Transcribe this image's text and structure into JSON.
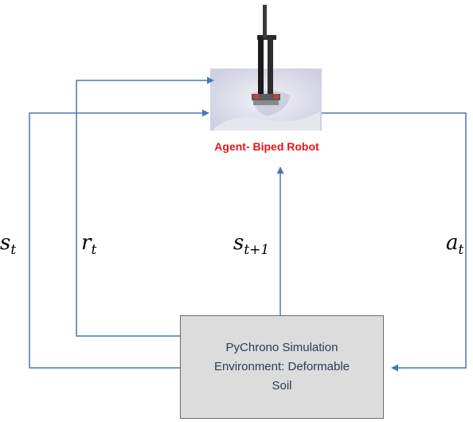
{
  "agent": {
    "title": "Agent- Biped Robot"
  },
  "environment": {
    "label": "PyChrono Simulation\nEnvironment: Deformable\nSoil"
  },
  "signals": {
    "state": {
      "symbol": "s",
      "subscript": "t"
    },
    "reward": {
      "symbol": "r",
      "subscript": "t"
    },
    "next_state": {
      "symbol": "s",
      "subscript": "t+1"
    },
    "action": {
      "symbol": "a",
      "subscript": "t"
    }
  },
  "colors": {
    "arrow": "#4a76b8",
    "agent_title": "#e8151b",
    "env_fill": "#dcdcdc",
    "env_border": "#6b6b6b"
  }
}
